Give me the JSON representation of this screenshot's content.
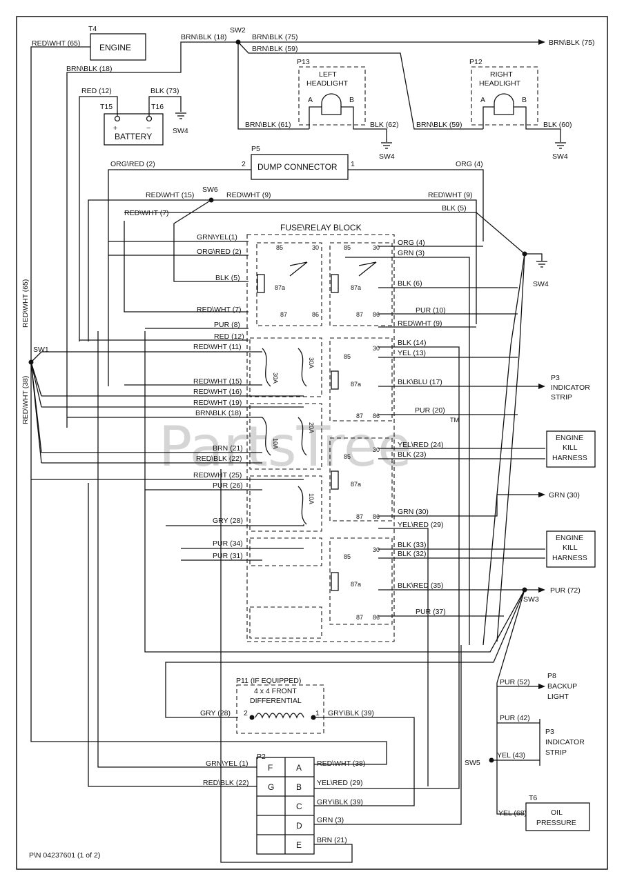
{
  "part_number": "P\\N 04237601 (1 of 2)",
  "watermark": "PartsTree",
  "watermark_tm": "TM",
  "components": {
    "engine": {
      "ref": "T4",
      "label": "ENGINE"
    },
    "battery": {
      "label": "BATTERY",
      "plus": "+",
      "minus": "−",
      "t15": "T15",
      "t16": "T16"
    },
    "dump": {
      "ref": "P5",
      "label": "DUMP CONNECTOR",
      "pin2": "2",
      "pin1": "1"
    },
    "left_headlight": {
      "ref": "P13",
      "line1": "LEFT",
      "line2": "HEADLIGHT",
      "a": "A",
      "b": "B"
    },
    "right_headlight": {
      "ref": "P12",
      "line1": "RIGHT",
      "line2": "HEADLIGHT",
      "a": "A",
      "b": "B"
    },
    "fuse_block": {
      "label": "FUSE\\RELAY BLOCK"
    },
    "differential": {
      "ref": "P11 (IF EQUIPPED)",
      "line1": "4 x 4 FRONT",
      "line2": "DIFFERENTIAL",
      "pin2": "2",
      "pin1": "1"
    },
    "indicator_strip_top": {
      "ref": "P3",
      "line1": "INDICATOR",
      "line2": "STRIP"
    },
    "indicator_strip_bottom": {
      "ref": "P3",
      "line1": "INDICATOR",
      "line2": "STRIP"
    },
    "engine_kill_1": {
      "line1": "ENGINE",
      "line2": "KILL",
      "line3": "HARNESS"
    },
    "engine_kill_2": {
      "line1": "ENGINE",
      "line2": "KILL",
      "line3": "HARNESS"
    },
    "backup_light": {
      "ref": "P8",
      "line1": "BACKUP",
      "line2": "LIGHT"
    },
    "oil_pressure": {
      "ref": "T6",
      "line1": "OIL",
      "line2": "PRESSURE"
    },
    "p2": {
      "ref": "P2",
      "left_pins": [
        "F",
        "G",
        "",
        "",
        " "
      ],
      "right_pins": [
        "A",
        "B",
        "C",
        "D",
        "E"
      ]
    }
  },
  "splices": {
    "sw1": "SW1",
    "sw2": "SW2",
    "sw3": "SW3",
    "sw4": "SW4",
    "sw5": "SW5",
    "sw6": "SW6"
  },
  "fuses": [
    "30A",
    "30A",
    "20A",
    "10A",
    "10A"
  ],
  "relay_pins": {
    "p85": "85",
    "p30": "30",
    "p87a": "87a",
    "p87": "87",
    "p86": "86"
  },
  "wires": {
    "redwht65_a": "RED\\WHT (65)",
    "brnblk18_a": "BRN\\BLK (18)",
    "brnblk18_b": "BRN\\BLK (18)",
    "brnblk75_a": "BRN\\BLK (75)",
    "brnblk75_b": "BRN\\BLK (75)",
    "brnblk59_a": "BRN\\BLK (59)",
    "red12_a": "RED (12)",
    "blk73": "BLK (73)",
    "brnblk61": "BRN\\BLK (61)",
    "blk62": "BLK (62)",
    "brnblk59_b": "BRN\\BLK (59)",
    "blk60": "BLK (60)",
    "orgred2_a": "ORG\\RED (2)",
    "org4_a": "ORG (4)",
    "redwht15_a": "RED\\WHT (15)",
    "redwht9_a": "RED\\WHT (9)",
    "redwht9_b": "RED\\WHT (9)",
    "redwht7_a": "RED\\WHT (7)",
    "blk5_a": "BLK (5)",
    "grnyel1_a": "GRN\\YEL(1)",
    "orgred2_b": "ORG\\RED (2)",
    "org4_b": "ORG (4)",
    "grn3_a": "GRN (3)",
    "blk5_b": "BLK (5)",
    "blk6": "BLK (6)",
    "redwht7_b": "RED\\WHT (7)",
    "pur10": "PUR (10)",
    "pur8": "PUR (8)",
    "redwht9_c": "RED\\WHT (9)",
    "red12_b": "RED (12)",
    "blk14": "BLK (14)",
    "redwht11": "RED\\WHT (11)",
    "yel13": "YEL (13)",
    "redwht15_b": "RED\\WHT (15)",
    "blkblu17": "BLK\\BLU (17)",
    "redwht16": "RED\\WHT (16)",
    "redwht19": "RED\\WHT (19)",
    "brnblk18_c": "BRN\\BLK (18)",
    "pur20": "PUR (20)",
    "yelred24": "YEL\\RED (24)",
    "blk23": "BLK (23)",
    "brn21_a": "BRN (21)",
    "redblk22_a": "RED\\BLK (22)",
    "redwht25": "RED\\WHT (25)",
    "pur26": "PUR (26)",
    "grn30_a": "GRN (30)",
    "grn30_b": "GRN (30)",
    "gry28_a": "GRY (28)",
    "yelred29_a": "YEL\\RED (29)",
    "pur34": "PUR (34)",
    "blk33": "BLK (33)",
    "pur31": "PUR (31)",
    "blk32": "BLK (32)",
    "blkred35": "BLK\\RED (35)",
    "pur72": "PUR (72)",
    "pur37": "PUR (37)",
    "redwht65_b": "RED\\WHT (65)",
    "redwht38_a": "RED\\WHT (38)",
    "pur52": "PUR (52)",
    "gry28_b": "GRY (28)",
    "gryblk39_a": "GRY\\BLK (39)",
    "pur42": "PUR (42)",
    "yel43": "YEL (43)",
    "grnyel1_b": "GRN\\YEL (1)",
    "redwht38_b": "RED\\WHT (38)",
    "redblk22_b": "RED\\BLK (22)",
    "yelred29_b": "YEL\\RED (29)",
    "gryblk39_b": "GRY\\BLK (39)",
    "grn3_b": "GRN (3)",
    "brn21_b": "BRN (21)",
    "yel68": "YEL (68)"
  }
}
